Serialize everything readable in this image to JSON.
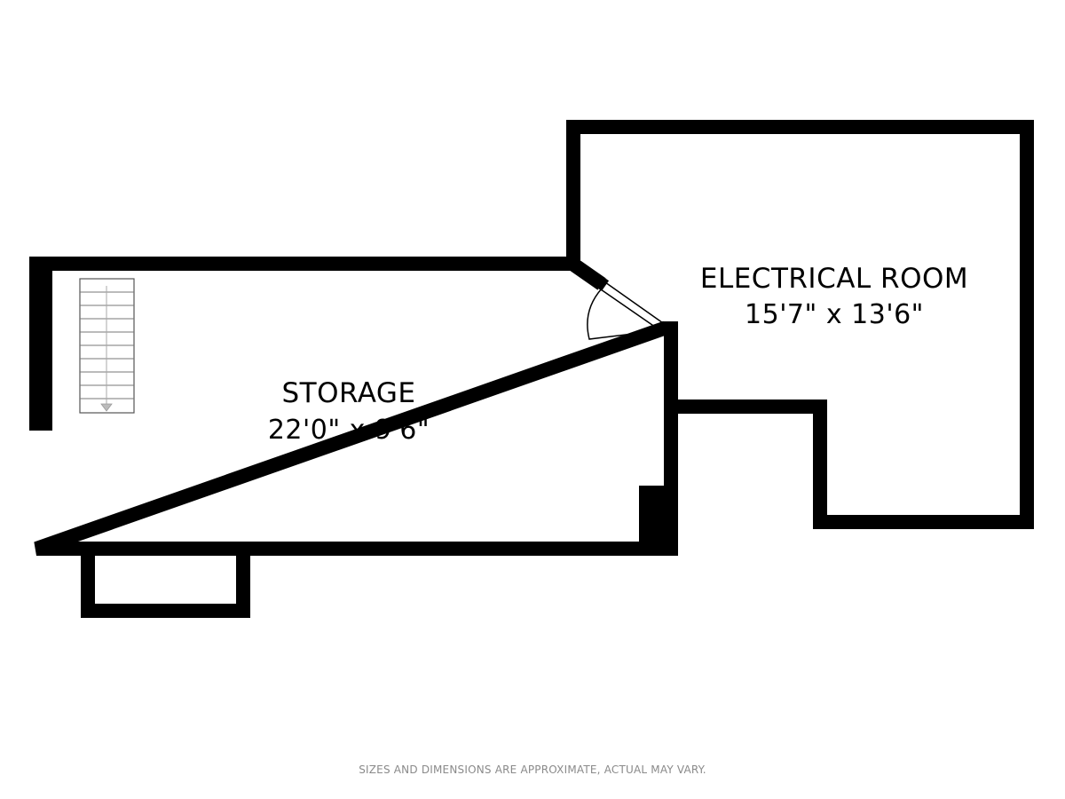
{
  "rooms": {
    "storage": {
      "name": "STORAGE",
      "dimensions": "22'0\" x 9'6\""
    },
    "electrical": {
      "name": "ELECTRICAL ROOM",
      "dimensions": "15'7\" x 13'6\""
    }
  },
  "disclaimer": "SIZES AND DIMENSIONS ARE APPROXIMATE, ACTUAL MAY VARY.",
  "colors": {
    "wall": "#000000",
    "background": "#ffffff",
    "stair_line": "#666666",
    "disclaimer_text": "#8a8a8a"
  },
  "icons": {
    "stairs": "stairs-down-icon",
    "door": "door-swing-icon"
  }
}
